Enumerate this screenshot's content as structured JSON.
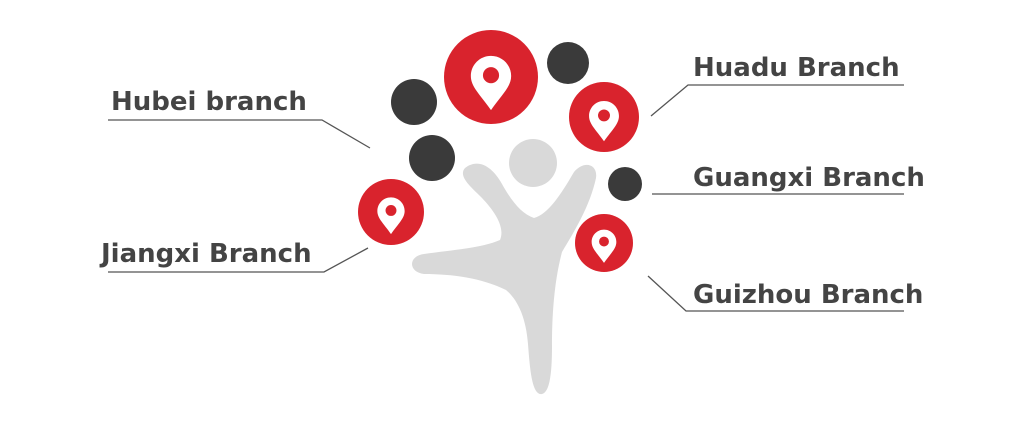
{
  "branches": [
    {
      "id": "hubei",
      "label": "Hubei branch"
    },
    {
      "id": "huadu",
      "label": "Huadu Branch"
    },
    {
      "id": "guangxi",
      "label": "Guangxi Branch"
    },
    {
      "id": "jiangxi",
      "label": "Jiangxi Branch"
    },
    {
      "id": "guizhou",
      "label": "Guizhou Branch"
    }
  ],
  "colors": {
    "accent": "#d9232d",
    "dark_node": "#3a3a3a",
    "figure": "#d9d9d9",
    "text": "#444444",
    "line": "#555555"
  },
  "icons": {
    "location": "location-pin-icon"
  }
}
